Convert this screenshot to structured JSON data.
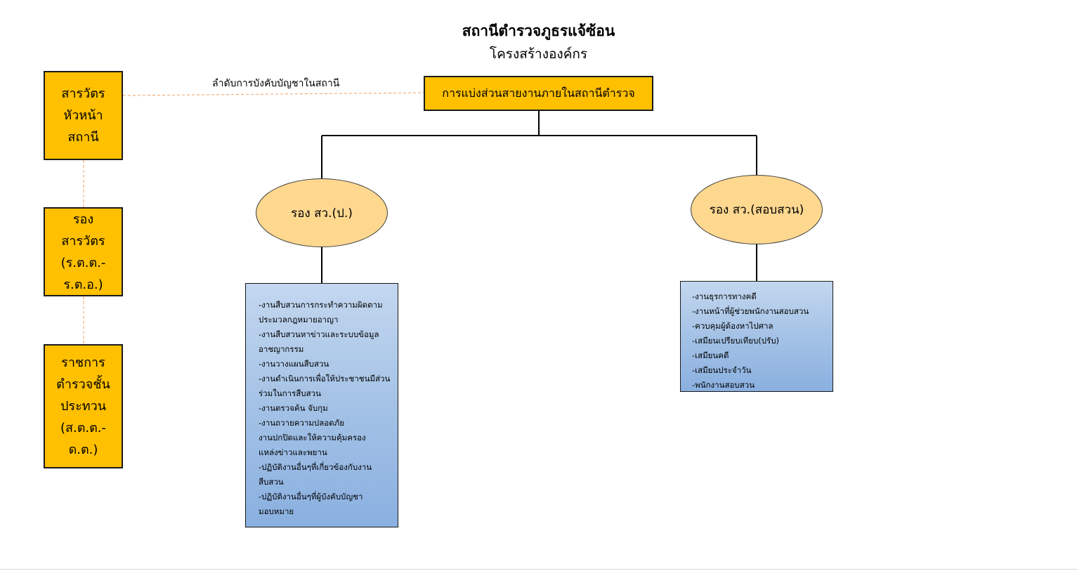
{
  "title": "สถานีตำรวจภูธรแจ้ซ้อน",
  "subtitle": "โครงสร้างองค์กร",
  "colors": {
    "box_fill": "#ffc000",
    "ellipse_fill": "#ffd890",
    "duty_box_fill": "#a4c2e6",
    "dashed_connector": "#f0a060"
  },
  "command_chain": {
    "label": "ลำดับการบังคับบัญชาในสถานี",
    "boxes": [
      {
        "lines": [
          "สารวัตร",
          "หัวหน้า",
          "สถานี"
        ]
      },
      {
        "lines": [
          "รอง",
          "สารวัตร",
          "(ร.ต.ต.-",
          "ร.ต.อ.)"
        ]
      },
      {
        "lines": [
          "ราชการ",
          "ตำรวจชั้น",
          "ประทวน",
          "(ส.ต.ต.-",
          "ด.ต.)"
        ]
      }
    ]
  },
  "division": {
    "label": "การแบ่งส่วนสายงานภายในสถานีตำรวจ"
  },
  "branches": [
    {
      "label": "รอง สว.(ป.)",
      "duties": [
        "-งานสืบสวนการกระทำความผิดตาม",
        "ประมวลกฎหมายอาญา",
        "-งานสืบสวนหาข่าวและระบบข้อมูล",
        "อาชญากรรม",
        "-งานวางแผนสืบสวน",
        "-งานดำเนินการเพื่อให้ประชาชนมีส่วน",
        "ร่วมในการสืบสวน",
        "-งานตรวจค้น จับกุม",
        "-งานถวายความปลอดภัย",
        "งานปกปิดและให้ความคุ้มครอง",
        "แหล่งข่าวและพยาน",
        "-ปฏิบัติงานอื่นๆที่เกี่ยวข้องกับงาน",
        "สืบสวน",
        "-ปฏิบัติงานอื่นๆที่ผู้บังคับบัญชา",
        "มอบหมาย"
      ]
    },
    {
      "label": "รอง สว.(สอบสวน)",
      "duties": [
        "-งานธุรการทางคดี",
        "-งานหน้าที่ผู้ช่วยพนักงานสอบสวน",
        "-ควบคุมผู้ต้องหาไปศาล",
        "-เสมียนเปรียบเทียบ(ปรับ)",
        "-เสมียนคดี",
        "-เสมียนประจำวัน",
        "-พนักงานสอบสวน"
      ]
    }
  ]
}
